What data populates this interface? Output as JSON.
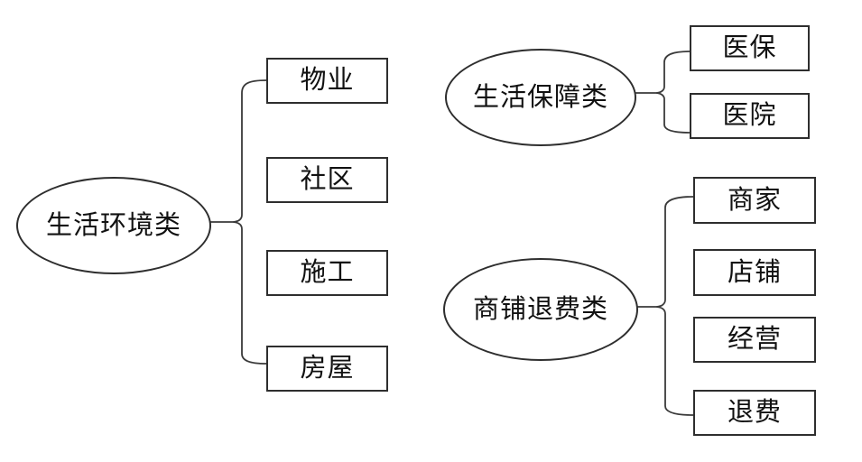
{
  "diagram": {
    "type": "category-keyword-map",
    "groups": [
      {
        "label": "生活环境类",
        "children": [
          {
            "label": "物业"
          },
          {
            "label": "社区"
          },
          {
            "label": "施工"
          },
          {
            "label": "房屋"
          }
        ]
      },
      {
        "label": "生活保障类",
        "children": [
          {
            "label": "医保"
          },
          {
            "label": "医院"
          }
        ]
      },
      {
        "label": "商铺退费类",
        "children": [
          {
            "label": "商家"
          },
          {
            "label": "店铺"
          },
          {
            "label": "经营"
          },
          {
            "label": "退费"
          }
        ]
      }
    ],
    "colors": {
      "background": "#ffffff",
      "shape_fill": "#ffffff",
      "shape_stroke": "#2e2e2e",
      "connector": "#3a3a3a",
      "text": "#111111"
    }
  }
}
